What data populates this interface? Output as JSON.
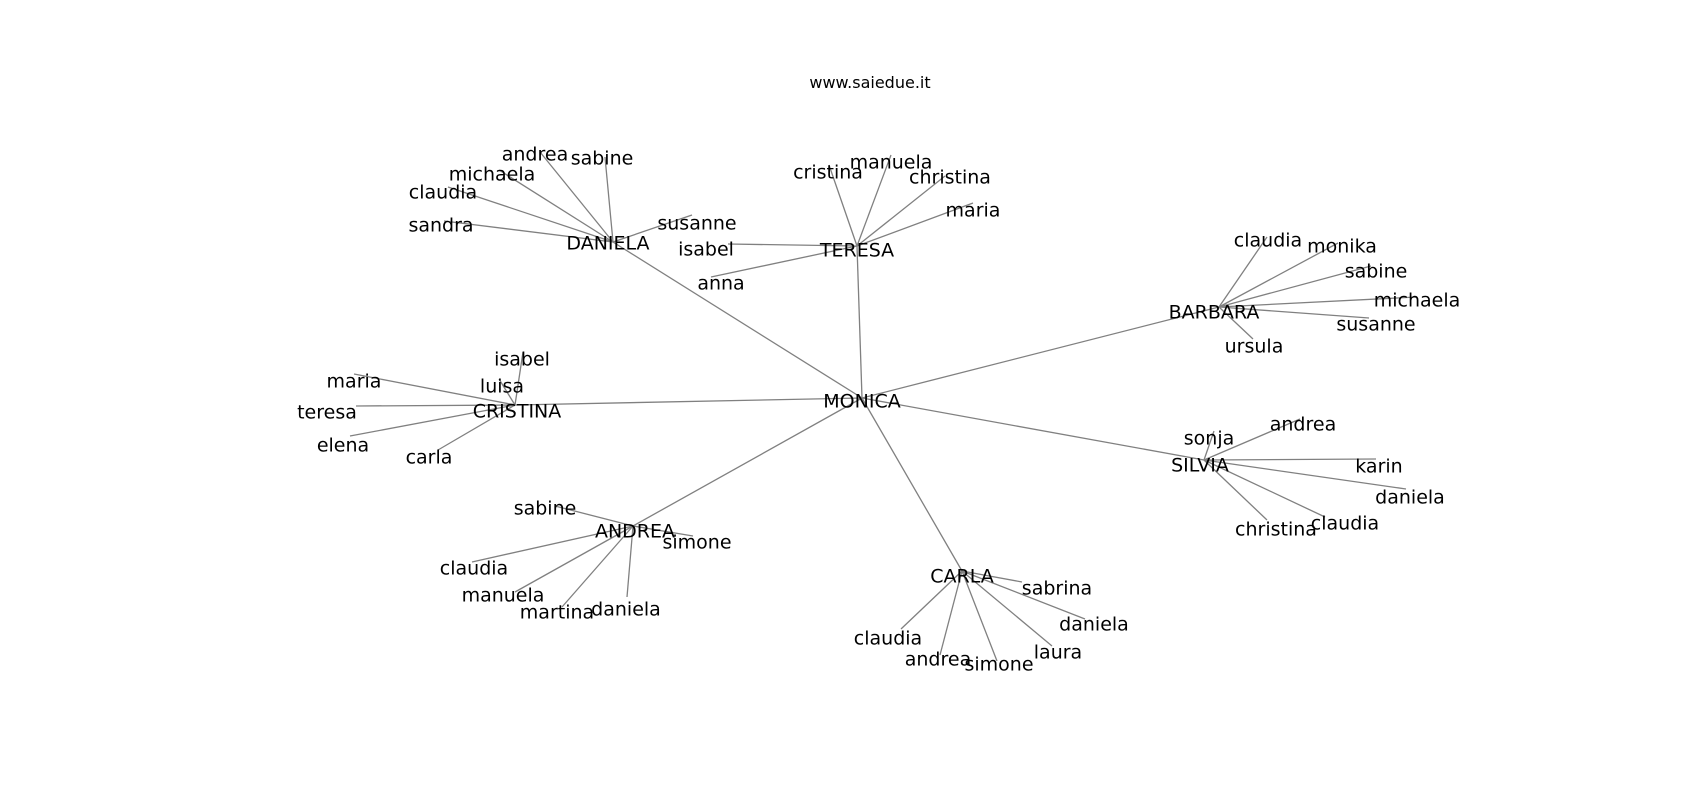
{
  "title": "www.saiedue.it",
  "colors": {
    "edge": "#808080",
    "text": "#000000",
    "background": "#ffffff"
  },
  "graph": {
    "center": "MONICA",
    "groups": [
      {
        "hub": "DANIELA",
        "leaves": [
          "andrea",
          "sabine",
          "michaela",
          "claudia",
          "sandra",
          "susanne"
        ]
      },
      {
        "hub": "TERESA",
        "leaves": [
          "cristina",
          "manuela",
          "christina",
          "maria",
          "isabel",
          "anna"
        ]
      },
      {
        "hub": "BARBARA",
        "leaves": [
          "claudia",
          "monika",
          "sabine",
          "michaela",
          "susanne",
          "ursula"
        ]
      },
      {
        "hub": "CRISTINA",
        "leaves": [
          "isabel",
          "luisa",
          "maria",
          "teresa",
          "elena",
          "carla"
        ]
      },
      {
        "hub": "SILVIA",
        "leaves": [
          "sonja",
          "andrea",
          "karin",
          "daniela",
          "claudia",
          "christina"
        ]
      },
      {
        "hub": "ANDREA",
        "leaves": [
          "sabine",
          "simone",
          "claudia",
          "manuela",
          "martina",
          "daniela"
        ]
      },
      {
        "hub": "CARLA",
        "leaves": [
          "sabrina",
          "daniela",
          "laura",
          "simone",
          "andrea",
          "claudia"
        ]
      }
    ]
  }
}
